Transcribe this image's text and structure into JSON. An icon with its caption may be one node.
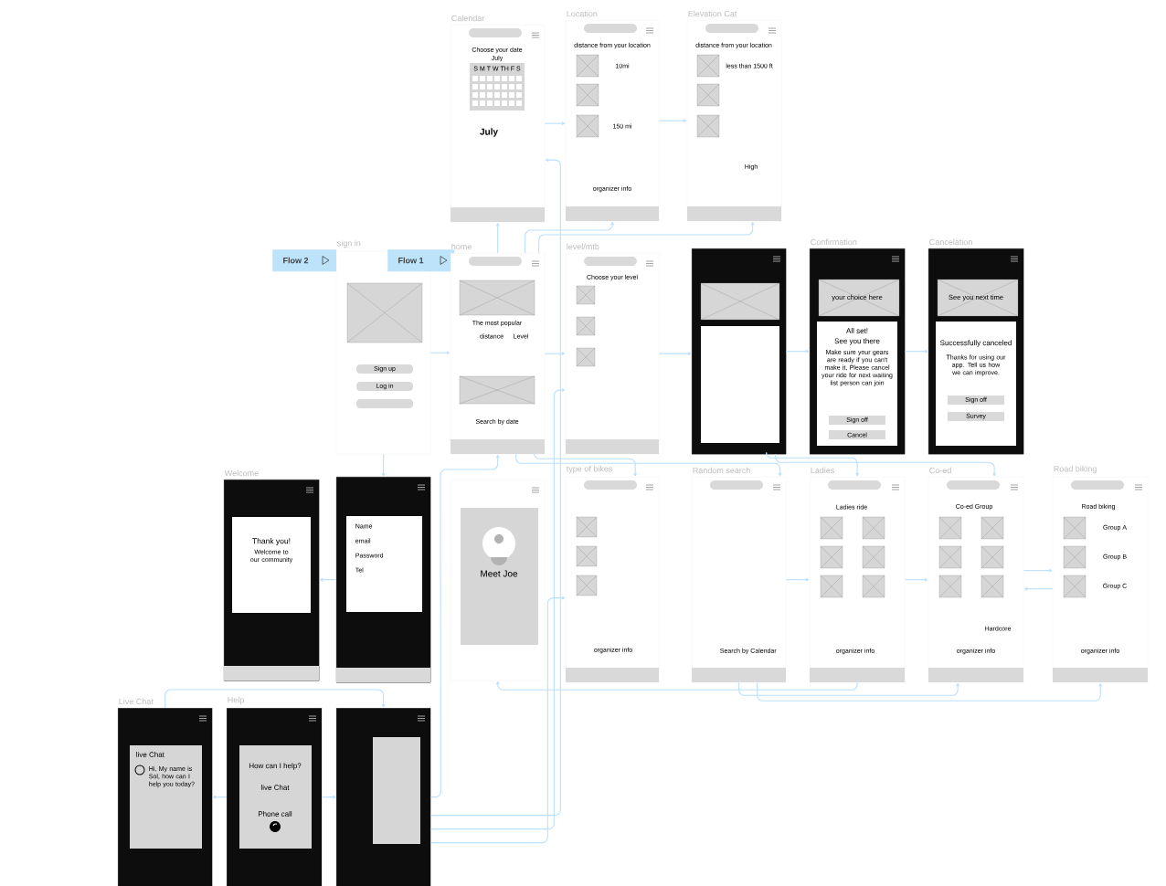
{
  "diagram": {
    "nodes": [
      {
        "text": [
          "Calendar",
          "Choose your date",
          "July",
          "S M T W TH F S",
          "July"
        ]
      },
      {
        "text": [
          "Location",
          "distance from your location",
          "10mi",
          "150 mi",
          "organizer info"
        ]
      },
      {
        "text": [
          "Elevation Cat",
          "distance from your location",
          "less than 1500 ft",
          "High"
        ]
      },
      {
        "text": [
          "Flow 2"
        ]
      },
      {
        "text": [
          "sign in",
          "Sign up",
          "Log in"
        ]
      },
      {
        "text": [
          "Flow 1"
        ]
      },
      {
        "text": [
          "home",
          "The most popular",
          "distance",
          "Level",
          "Search by date"
        ]
      },
      {
        "text": [
          "level/mtb",
          "Choose your level"
        ]
      },
      {
        "text": [],
        "shape": "box"
      },
      {
        "text": [
          "Confirmation",
          "your choice here",
          "All set!",
          "See you there",
          "Make sure your gears are ready if you can't make it, Please cancel your ride for next waiting list person can join",
          "Sign off",
          "Cancel"
        ]
      },
      {
        "text": [
          "Cancelation",
          "See you next time",
          "Successfully canceled",
          "Thanks for using our app. Tell us how we can improve.",
          "Sign off",
          "Survey"
        ]
      },
      {
        "text": [
          "Welcome",
          "Thank you!",
          "Welcome to our community"
        ]
      },
      {
        "text": [
          "Name",
          "email",
          "Password",
          "Tel"
        ]
      },
      {
        "text": [
          "Meet Joe"
        ]
      },
      {
        "text": [
          "type of bikes",
          "organizer info"
        ]
      },
      {
        "text": [
          "Random search",
          "Search by Calendar"
        ]
      },
      {
        "text": [
          "Ladies",
          "Ladies ride",
          "organizer info"
        ]
      },
      {
        "text": [
          "Co-ed",
          "Co-ed Group",
          "Hardcore",
          "organizer info"
        ]
      },
      {
        "text": [
          "Road biking",
          "Road biking",
          "Group A",
          "Group B",
          "Group C",
          "organizer info"
        ]
      },
      {
        "text": [
          "Live Chat",
          "live Chat",
          "Hi, My name is Sol, how can I help you today?"
        ]
      },
      {
        "text": [
          "Help",
          "How can I help?",
          "live Chat",
          "Phone call"
        ]
      },
      {
        "text": [],
        "shape": "box"
      }
    ],
    "edges": [
      {
        "from": 4,
        "to": 6,
        "arrow": "to",
        "color": "#b9e0ff"
      },
      {
        "from": 4,
        "to": 12,
        "arrow": "to",
        "color": "#b9e0ff"
      },
      {
        "from": 12,
        "to": 11,
        "arrow": "to",
        "color": "#b9e0ff"
      },
      {
        "from": 20,
        "to": 19,
        "arrow": "to",
        "color": "#b9e0ff"
      },
      {
        "from": 19,
        "to": 21,
        "arrow": "to",
        "color": "#b9e0ff"
      },
      {
        "from": 20,
        "to": 21,
        "arrow": "to",
        "color": "#b9e0ff"
      },
      {
        "from": 21,
        "to": 6,
        "arrow": "to",
        "color": "#b9e0ff"
      },
      {
        "from": 6,
        "to": 0,
        "arrow": "to",
        "color": "#b9e0ff"
      },
      {
        "from": 6,
        "to": 1,
        "arrow": "to",
        "color": "#b9e0ff"
      },
      {
        "from": 0,
        "to": 1,
        "arrow": "to",
        "color": "#b9e0ff"
      },
      {
        "from": 1,
        "to": 2,
        "arrow": "to",
        "color": "#b9e0ff"
      },
      {
        "from": 6,
        "to": 7,
        "arrow": "to",
        "color": "#b9e0ff"
      },
      {
        "from": 7,
        "to": 8,
        "arrow": "to",
        "color": "#b9e0ff"
      },
      {
        "from": 8,
        "to": 9,
        "arrow": "to",
        "color": "#b9e0ff"
      },
      {
        "from": 9,
        "to": 10,
        "arrow": "to",
        "color": "#b9e0ff"
      },
      {
        "from": 8,
        "to": 16,
        "arrow": "to",
        "color": "#b9e0ff"
      },
      {
        "from": 8,
        "to": 17,
        "arrow": "to",
        "color": "#b9e0ff"
      },
      {
        "from": 15,
        "to": 16,
        "arrow": "to",
        "color": "#b9e0ff"
      },
      {
        "from": 16,
        "to": 17,
        "arrow": "to",
        "color": "#b9e0ff"
      },
      {
        "from": 17,
        "to": 18,
        "arrow": "to",
        "color": "#b9e0ff"
      },
      {
        "from": 18,
        "to": 17,
        "arrow": "to",
        "color": "#b9e0ff"
      },
      {
        "from": 16,
        "to": 13,
        "arrow": "to",
        "color": "#b9e0ff"
      },
      {
        "from": 6,
        "to": 14,
        "arrow": "to",
        "color": "#b9e0ff"
      },
      {
        "from": 6,
        "to": 15,
        "arrow": "to",
        "color": "#b9e0ff"
      },
      {
        "from": 21,
        "to": 0,
        "arrow": "to",
        "color": "#b9e0ff"
      },
      {
        "from": 21,
        "to": 7,
        "arrow": "to",
        "color": "#b9e0ff"
      },
      {
        "from": 21,
        "to": 14,
        "arrow": "to",
        "color": "#b9e0ff"
      },
      {
        "from": 6,
        "to": 2,
        "arrow": "to",
        "color": "#b9e0ff"
      },
      {
        "from": 15,
        "to": 17,
        "arrow": "to",
        "color": "#b9e0ff"
      },
      {
        "from": 15,
        "to": 18,
        "arrow": "to",
        "color": "#b9e0ff"
      }
    ]
  }
}
